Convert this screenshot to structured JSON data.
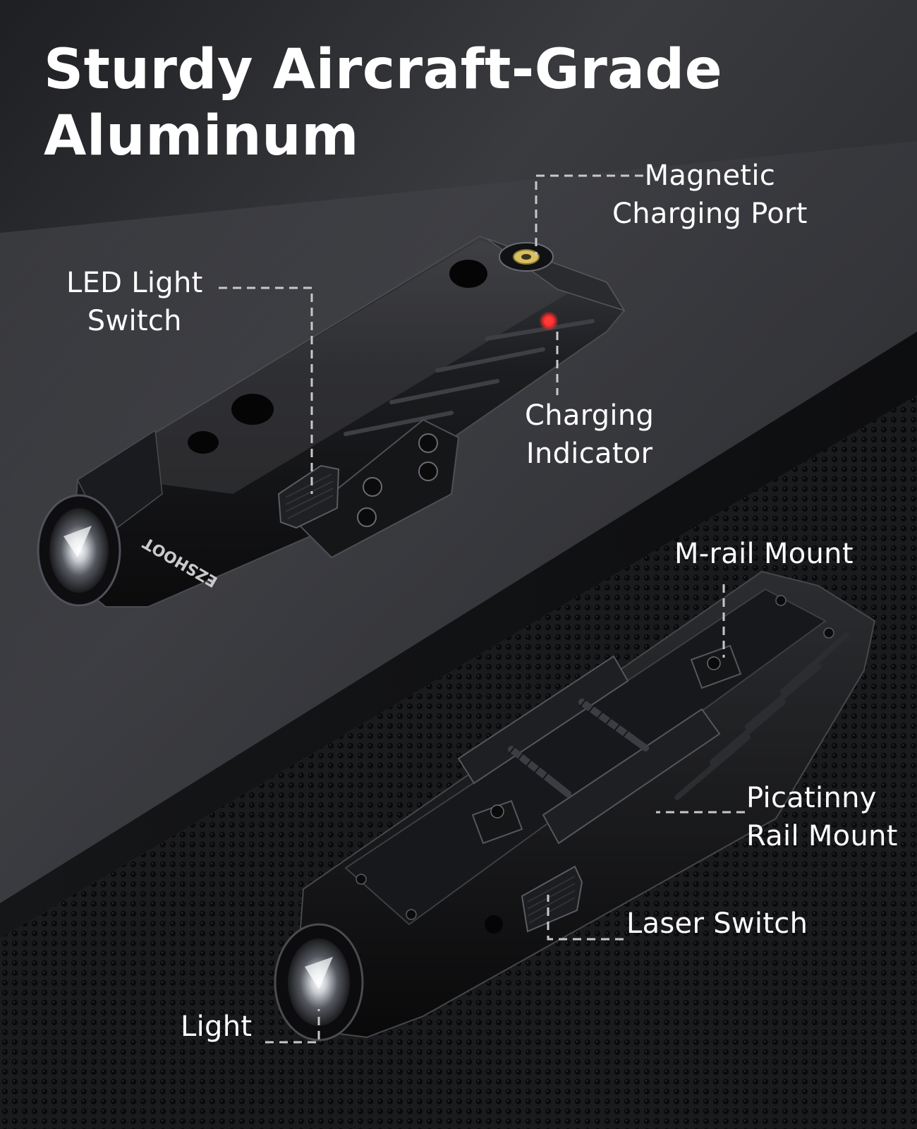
{
  "headline": {
    "line1": "Sturdy Aircraft-Grade",
    "line2": "Aluminum"
  },
  "callouts": {
    "magnetic_charging_port": [
      "Magnetic",
      "Charging Port"
    ],
    "led_light_switch": [
      "LED Light",
      "Switch"
    ],
    "charging_indicator": [
      "Charging",
      "Indicator"
    ],
    "m_rail_mount": [
      "M-rail Mount"
    ],
    "picatinny_rail_mount": [
      "Picatinny",
      "Rail Mount"
    ],
    "laser_switch": [
      "Laser Switch"
    ],
    "light": [
      "Light"
    ]
  },
  "product": {
    "brand_mark": "EZSHOOT"
  },
  "colors": {
    "background_top": "#2f3033",
    "background_bottom": "#141517",
    "label_text": "#ffffff",
    "leader_line": "#c8c8c8",
    "indicator_red": "#ff2a2a",
    "port_gold": "#d8c060"
  }
}
